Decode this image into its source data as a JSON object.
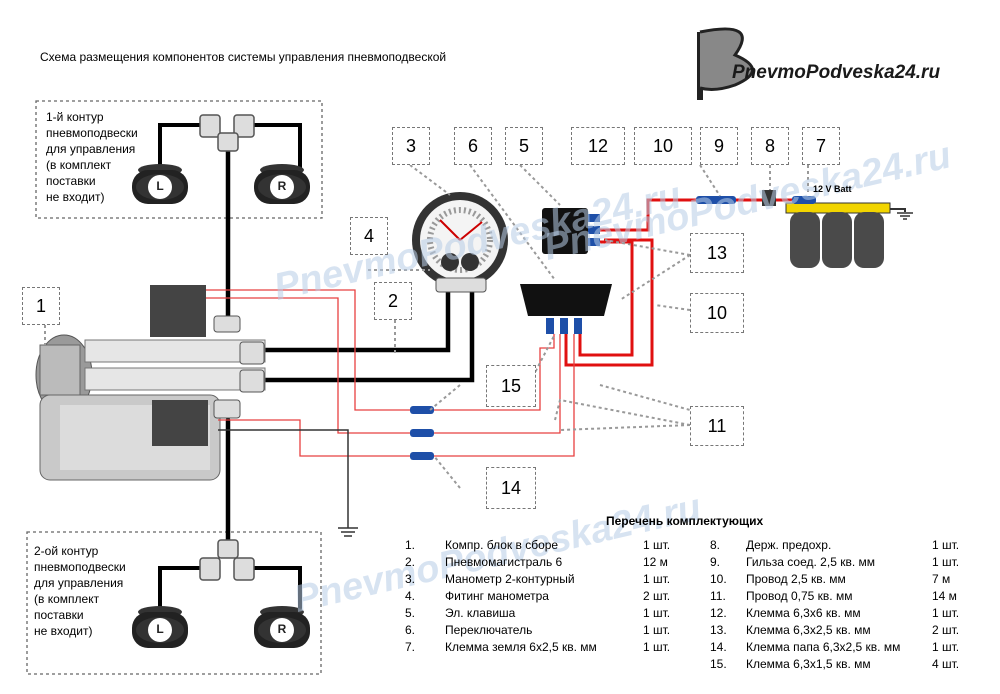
{
  "title": "Схема размещения компонентов системы управления пневмоподвеской",
  "logo": {
    "text": "PnevmoPodveska24.ru"
  },
  "watermark": "PnevmoPodveska24.ru",
  "circuit_top": {
    "lines": [
      "1-й контур",
      "пневмоподвески",
      "для управления",
      "(в комплект",
      "поставки",
      "не входит)"
    ],
    "left": "L",
    "right": "R"
  },
  "circuit_bottom": {
    "lines": [
      "2-ой контур",
      "пневмоподвески",
      "для управления",
      "(в комплект",
      "поставки",
      "не входит)"
    ],
    "left": "L",
    "right": "R"
  },
  "battery_label": "12 V Batt",
  "callouts": [
    "1",
    "2",
    "3",
    "4",
    "5",
    "6",
    "7",
    "8",
    "9",
    "10",
    "10",
    "11",
    "12",
    "13",
    "14",
    "15"
  ],
  "parts_title": "Перечень комплектующих",
  "parts_left": [
    {
      "num": "1.",
      "name": "Компр. блок в сборе",
      "qty": "1 шт."
    },
    {
      "num": "2.",
      "name": "Пневмомагистраль 6",
      "qty": "12 м"
    },
    {
      "num": "3.",
      "name": "Манометр 2-контурный",
      "qty": "1 шт."
    },
    {
      "num": "4.",
      "name": "Фитинг манометра",
      "qty": "2 шт."
    },
    {
      "num": "5.",
      "name": "Эл. клавиша",
      "qty": "1 шт."
    },
    {
      "num": "6.",
      "name": "Переключатель",
      "qty": "1 шт."
    },
    {
      "num": "7.",
      "name": "Клемма земля 6х2,5 кв. мм",
      "qty": "1 шт."
    }
  ],
  "parts_right": [
    {
      "num": "8.",
      "name": "Держ. предохр.",
      "qty": "1 шт."
    },
    {
      "num": "9.",
      "name": "Гильза соед. 2,5 кв. мм",
      "qty": "1 шт."
    },
    {
      "num": "10.",
      "name": "Провод 2,5 кв. мм",
      "qty": "7 м"
    },
    {
      "num": "11.",
      "name": "Провод 0,75 кв. мм",
      "qty": "14 м"
    },
    {
      "num": "12.",
      "name": "Клемма 6,3х6 кв. мм",
      "qty": "1 шт."
    },
    {
      "num": "13.",
      "name": "Клемма 6,3х2,5 кв. мм",
      "qty": "2 шт."
    },
    {
      "num": "14.",
      "name": "Клемма папа 6,3х2,5 кв. мм",
      "qty": "1 шт."
    },
    {
      "num": "15.",
      "name": "Клемма 6,3х1,5 кв. мм",
      "qty": "4 шт."
    }
  ],
  "colors": {
    "wire_red": "#e01010",
    "wire_thin": "#e84040",
    "hose": "#000000",
    "connector": "#1e4fa8",
    "callout_border": "#777777",
    "watermark": "#b8cde6"
  }
}
